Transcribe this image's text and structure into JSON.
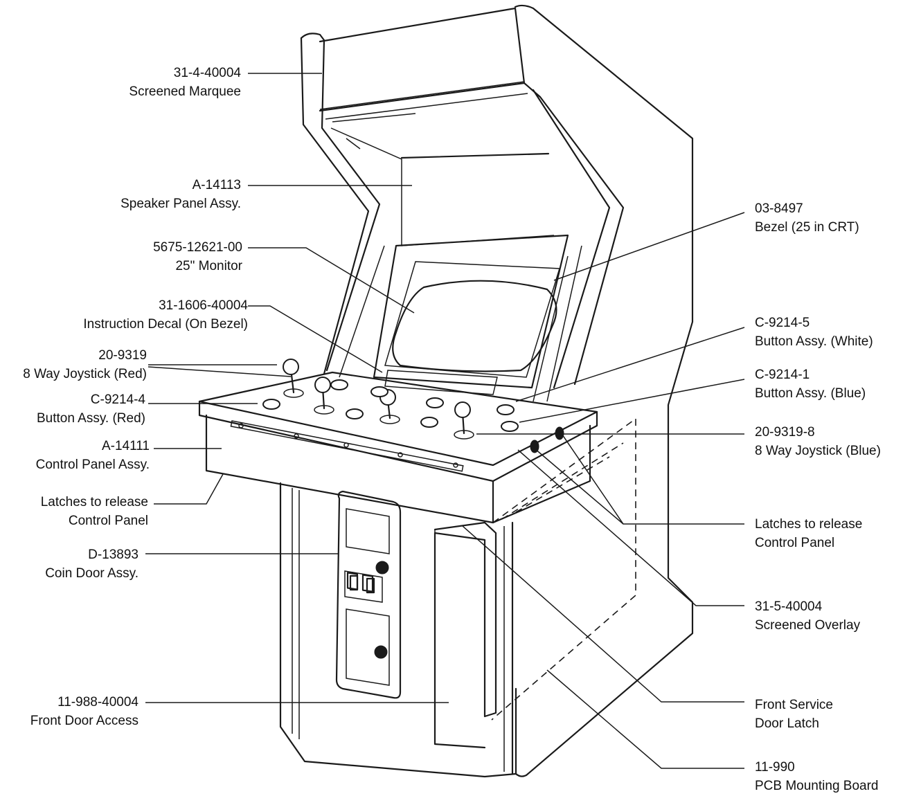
{
  "callouts": {
    "marquee": {
      "part": "31-4-40004",
      "desc": "Screened Marquee"
    },
    "speaker_panel": {
      "part": "A-14113",
      "desc": "Speaker Panel Assy."
    },
    "monitor": {
      "part": "5675-12621-00",
      "desc": "25\" Monitor"
    },
    "instruction": {
      "part": "31-1606-40004",
      "desc": "Instruction Decal (On Bezel)"
    },
    "joystick_red": {
      "part": "20-9319",
      "desc": "8 Way Joystick (Red)"
    },
    "button_red": {
      "part": "C-9214-4",
      "desc": "Button Assy. (Red)"
    },
    "control_panel": {
      "part": "A-14111",
      "desc": "Control Panel Assy."
    },
    "latches_left": {
      "line1": "Latches to release",
      "line2": "Control Panel"
    },
    "coin_door": {
      "part": "D-13893",
      "desc": "Coin Door Assy."
    },
    "front_door": {
      "part": "11-988-40004",
      "desc": "Front Door Access"
    },
    "bezel": {
      "part": "03-8497",
      "desc": "Bezel (25 in CRT)"
    },
    "button_white": {
      "part": "C-9214-5",
      "desc": "Button Assy.  (White)"
    },
    "button_blue": {
      "part": "C-9214-1",
      "desc": "Button Assy. (Blue)"
    },
    "joystick_blue": {
      "part": "20-9319-8",
      "desc": "8 Way Joystick (Blue)"
    },
    "latches_right": {
      "line1": "Latches to release",
      "line2": "Control Panel"
    },
    "overlay": {
      "part": "31-5-40004",
      "desc": "Screened Overlay"
    },
    "service_latch": {
      "line1": "Front Service",
      "line2": "Door Latch"
    },
    "pcb_board": {
      "part": "11-990",
      "desc": "PCB Mounting Board"
    }
  },
  "colors": {
    "ink": "#1a1a1a",
    "paper": "#ffffff"
  }
}
